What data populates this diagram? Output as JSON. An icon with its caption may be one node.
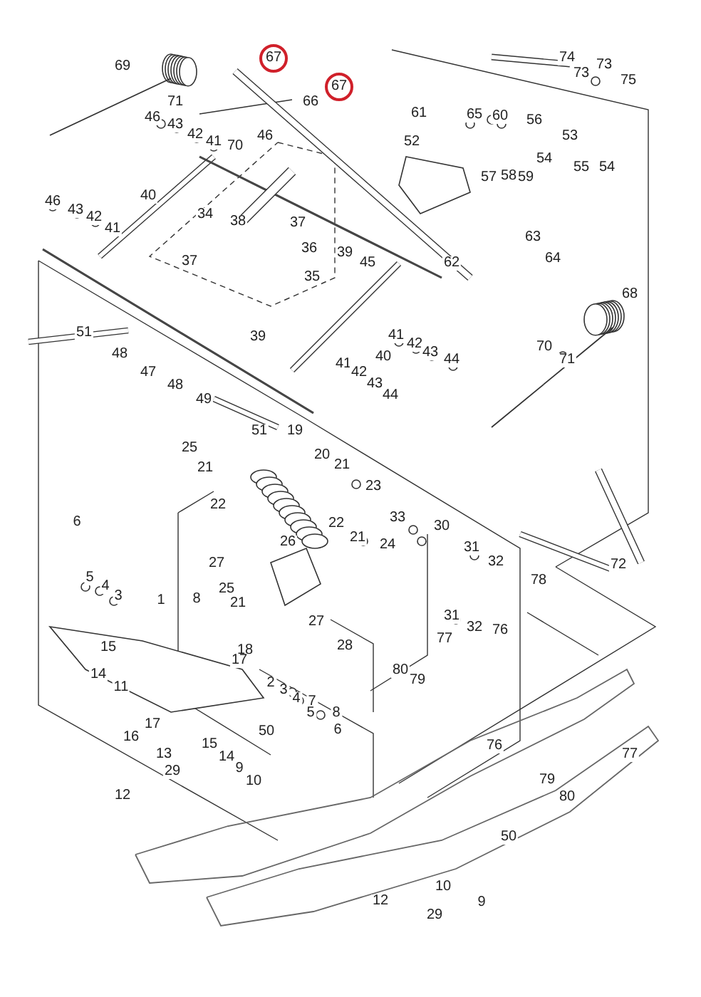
{
  "diagram": {
    "nodes": [
      {
        "text": [
          "67"
        ]
      },
      {
        "text": [
          "67"
        ]
      }
    ],
    "labels": [
      "69",
      "74",
      "73",
      "73",
      "75",
      "71",
      "66",
      "65",
      "60",
      "56",
      "61",
      "46",
      "43",
      "42",
      "41",
      "70",
      "46",
      "53",
      "52",
      "55",
      "54",
      "54",
      "57",
      "58",
      "59",
      "40",
      "46",
      "43",
      "34",
      "42",
      "38",
      "37",
      "41",
      "63",
      "36",
      "39",
      "64",
      "37",
      "45",
      "62",
      "35",
      "68",
      "51",
      "41",
      "39",
      "42",
      "70",
      "43",
      "48",
      "40",
      "44",
      "71",
      "41",
      "47",
      "42",
      "43",
      "48",
      "44",
      "49",
      "51",
      "19",
      "25",
      "20",
      "21",
      "21",
      "23",
      "22",
      "33",
      "6",
      "22",
      "30",
      "21",
      "26",
      "24",
      "31",
      "32",
      "27",
      "72",
      "5",
      "78",
      "4",
      "25",
      "3",
      "8",
      "1",
      "21",
      "31",
      "27",
      "32",
      "76",
      "77",
      "28",
      "15",
      "18",
      "17",
      "80",
      "14",
      "79",
      "2",
      "11",
      "3",
      "4",
      "7",
      "8",
      "5",
      "17",
      "6",
      "50",
      "16",
      "15",
      "76",
      "13",
      "77",
      "14",
      "9",
      "29",
      "79",
      "10",
      "12",
      "80",
      "50",
      "10",
      "9",
      "12",
      "29"
    ]
  }
}
